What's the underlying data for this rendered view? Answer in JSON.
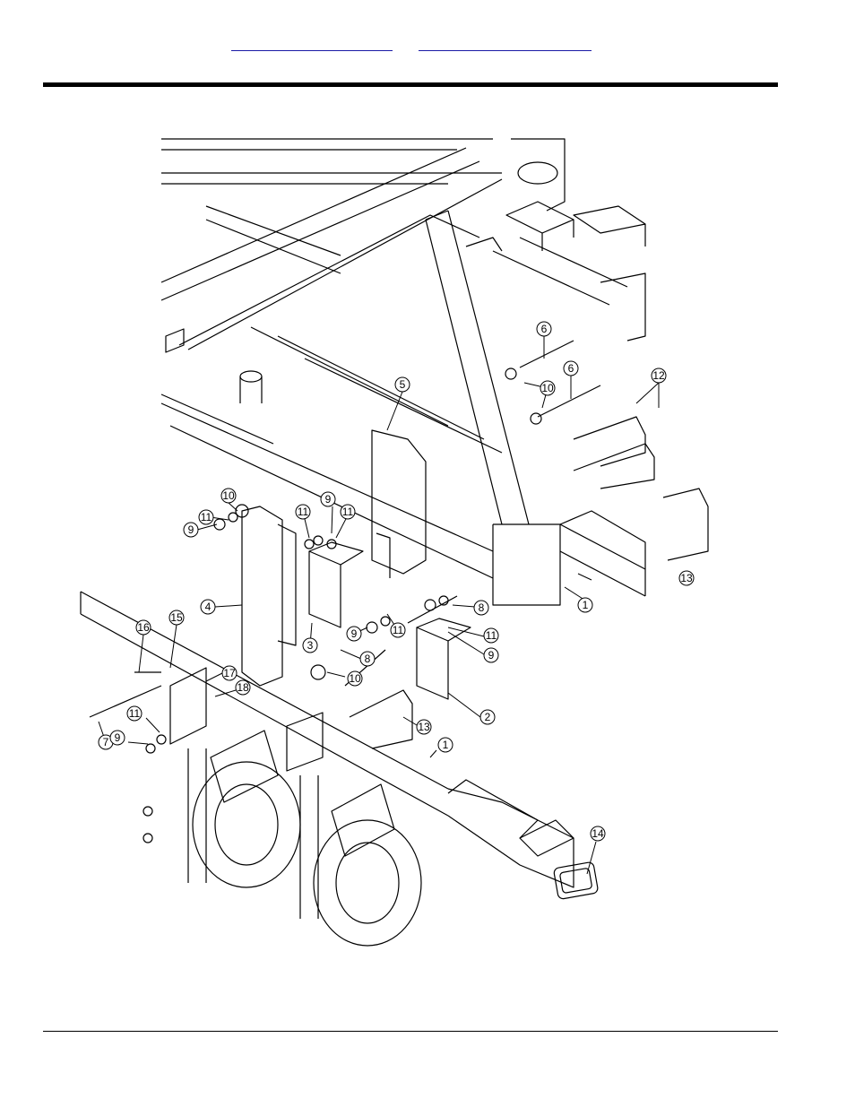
{
  "header": {
    "links": [
      "",
      ""
    ]
  },
  "figure": {
    "callouts": [
      {
        "id": "c6a",
        "label": "6"
      },
      {
        "id": "c6b",
        "label": "6"
      },
      {
        "id": "c10a",
        "label": "10"
      },
      {
        "id": "c12",
        "label": "12"
      },
      {
        "id": "c5",
        "label": "5"
      },
      {
        "id": "c10b",
        "label": "10"
      },
      {
        "id": "c9a",
        "label": "9"
      },
      {
        "id": "c11a",
        "label": "11"
      },
      {
        "id": "c9b",
        "label": "9"
      },
      {
        "id": "c11b",
        "label": "11"
      },
      {
        "id": "c11c",
        "label": "11"
      },
      {
        "id": "c4",
        "label": "4"
      },
      {
        "id": "c13a",
        "label": "13"
      },
      {
        "id": "c1a",
        "label": "1"
      },
      {
        "id": "c3",
        "label": "3"
      },
      {
        "id": "c9c",
        "label": "9"
      },
      {
        "id": "c11d",
        "label": "11"
      },
      {
        "id": "c8a",
        "label": "8"
      },
      {
        "id": "c11e",
        "label": "11"
      },
      {
        "id": "c9d",
        "label": "9"
      },
      {
        "id": "c8b",
        "label": "8"
      },
      {
        "id": "c10c",
        "label": "10"
      },
      {
        "id": "c2",
        "label": "2"
      },
      {
        "id": "c16",
        "label": "16"
      },
      {
        "id": "c15",
        "label": "15"
      },
      {
        "id": "c17",
        "label": "17"
      },
      {
        "id": "c18",
        "label": "18"
      },
      {
        "id": "c7",
        "label": "7"
      },
      {
        "id": "c11f",
        "label": "11"
      },
      {
        "id": "c9e",
        "label": "9"
      },
      {
        "id": "c13b",
        "label": "13"
      },
      {
        "id": "c1b",
        "label": "1"
      },
      {
        "id": "c14",
        "label": "14"
      }
    ]
  }
}
